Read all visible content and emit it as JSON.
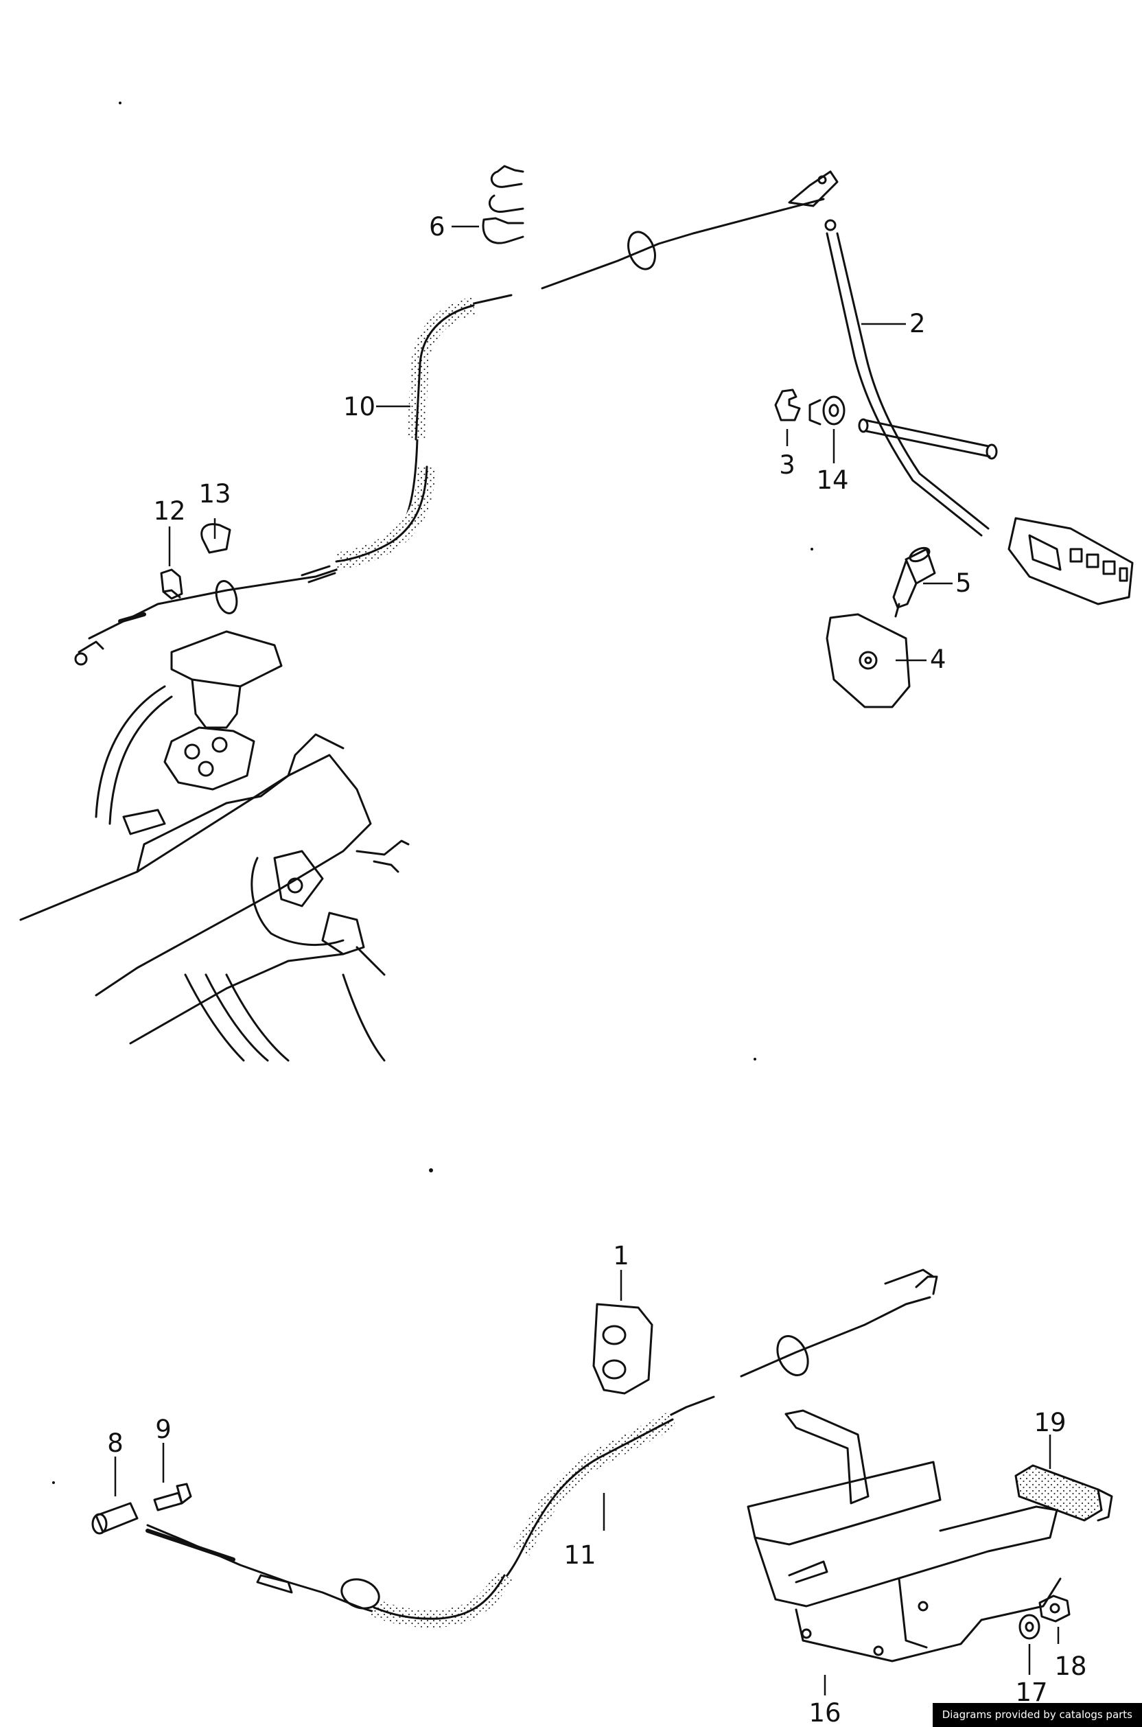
{
  "callouts": [
    {
      "num": "1"
    },
    {
      "num": "2"
    },
    {
      "num": "3"
    },
    {
      "num": "4"
    },
    {
      "num": "5"
    },
    {
      "num": "6"
    },
    {
      "num": "8"
    },
    {
      "num": "9"
    },
    {
      "num": "10"
    },
    {
      "num": "11"
    },
    {
      "num": "12"
    },
    {
      "num": "13"
    },
    {
      "num": "14"
    },
    {
      "num": "16"
    },
    {
      "num": "17"
    },
    {
      "num": "18"
    },
    {
      "num": "19"
    }
  ],
  "footer": {
    "text": "Diagrams provided by catalogs parts"
  },
  "colors": {
    "ink": "#111111",
    "stipple": "#333333",
    "background": "#ffffff"
  }
}
